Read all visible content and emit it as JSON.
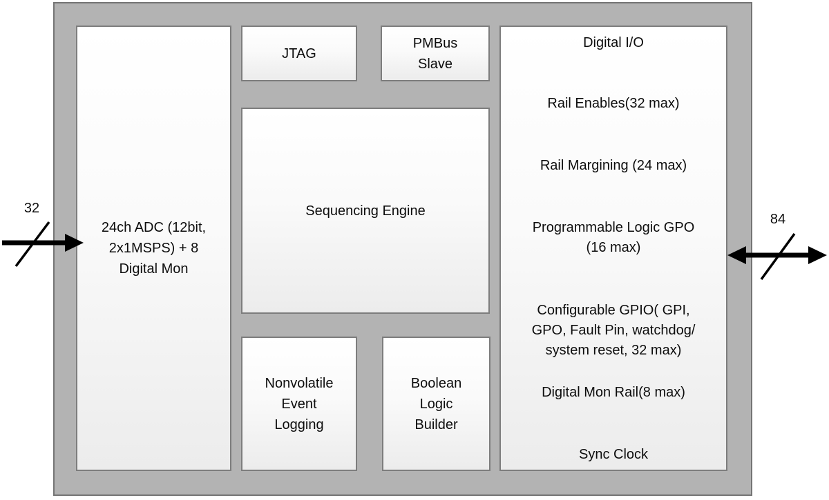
{
  "diagram": {
    "type": "block-diagram",
    "description": "Power-sequencer chip block diagram",
    "blocks": {
      "adc": "24ch ADC  (12bit,\n2x1MSPS) + 8\nDigital Mon",
      "jtag": "JTAG",
      "pmbus": "PMBus\nSlave",
      "sequencing": "Sequencing Engine",
      "nonvolatile": "Nonvolatile\nEvent\nLogging",
      "boolean": "Boolean\nLogic\nBuilder"
    },
    "digital_io": {
      "title": "Digital I/O",
      "items": [
        "Rail Enables(32 max)",
        "Rail Margining (24 max)",
        "Programmable Logic  GPO\n(16 max)",
        "Configurable GPIO( GPI,\nGPO, Fault Pin, watchdog/\nsystem reset,  32 max)",
        "Digital Mon Rail(8 max)",
        "Sync Clock"
      ]
    },
    "buses": {
      "left": {
        "label": "32",
        "direction": "in",
        "style": "slashed-bus-arrow"
      },
      "right": {
        "label": "84",
        "direction": "bidirectional",
        "style": "slashed-bus-arrow"
      }
    },
    "colors": {
      "chip_fill": "#b3b3b3",
      "chip_border": "#747474",
      "block_fill_top": "#ffffff",
      "block_fill_bottom": "#ececec",
      "block_border": "#7d7d7d",
      "arrow": "#000000",
      "text": "#0d0d0d",
      "page_background": "#ffffff"
    }
  }
}
